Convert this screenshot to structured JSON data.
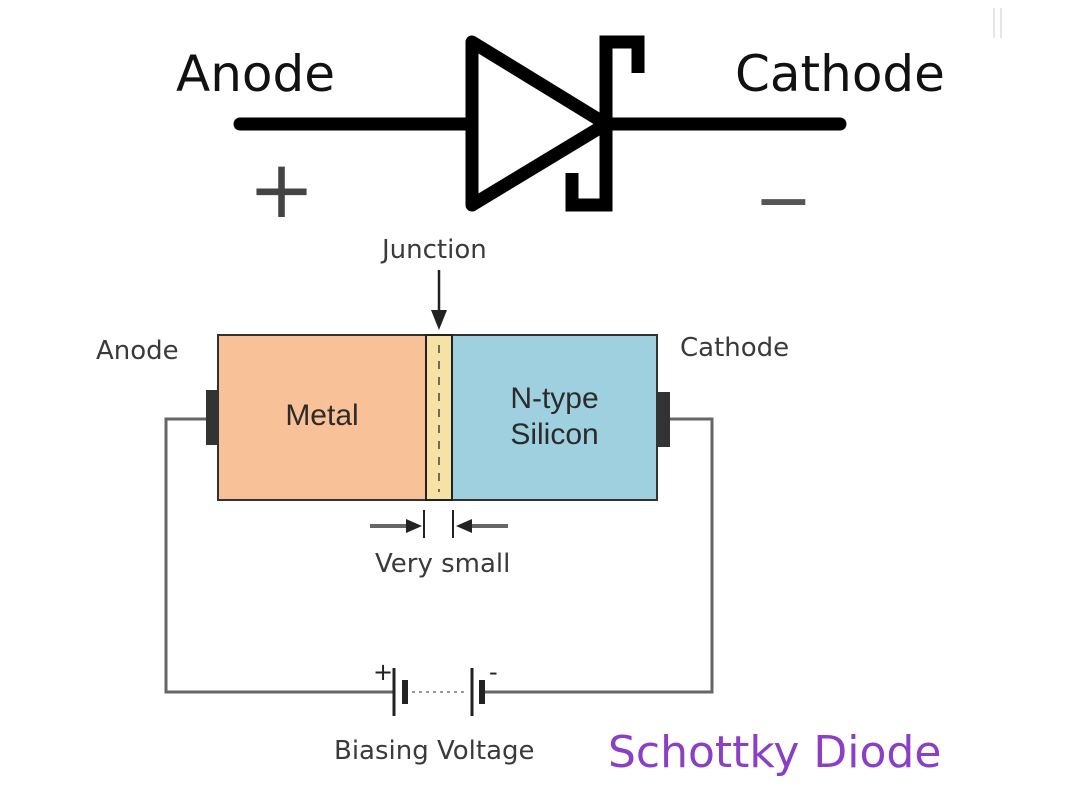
{
  "symbol": {
    "anode_label": "Anode",
    "cathode_label": "Cathode",
    "plus_sign": "+",
    "minus_sign": "−"
  },
  "structure": {
    "junction_label": "Junction",
    "anode_label": "Anode",
    "cathode_label": "Cathode",
    "metal_label": "Metal",
    "silicon_label_line1": "N-type",
    "silicon_label_line2": "Silicon",
    "gap_label": "Very small"
  },
  "circuit": {
    "battery_plus": "+",
    "battery_minus": "-",
    "bias_label": "Biasing Voltage"
  },
  "title": "Schottky Diode",
  "colors": {
    "metal": "#f9c197",
    "silicon": "#9fd0e0",
    "junction": "#f7e2a6",
    "terminal": "#333333",
    "wire": "#666666",
    "symbol": "#000000",
    "title": "#8a3fc4"
  }
}
